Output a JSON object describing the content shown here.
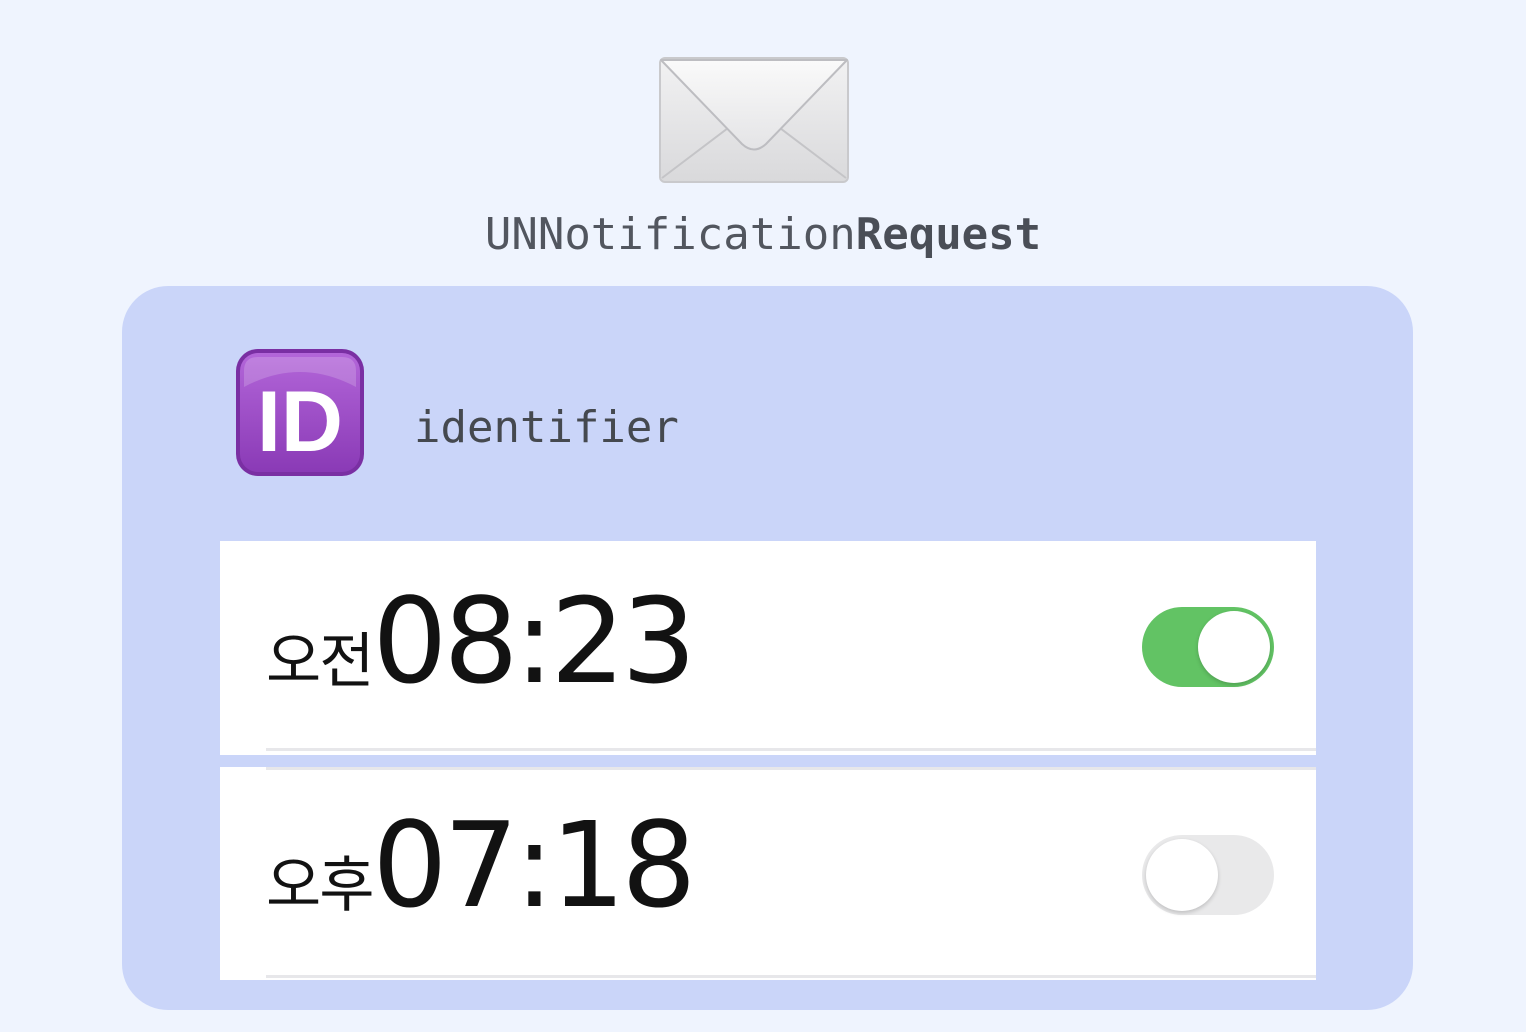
{
  "header": {
    "icon": "envelope-icon",
    "title_prefix": "UNNotification",
    "title_bold": "Request"
  },
  "identifier": {
    "icon": "id-badge-icon",
    "badge_text": "ID",
    "label": "identifier"
  },
  "alarms": [
    {
      "period": "오전",
      "time": "08:23",
      "enabled": true
    },
    {
      "period": "오후",
      "time": "07:18",
      "enabled": false
    }
  ],
  "colors": {
    "background": "#eff4fe",
    "card": "#cad5f9",
    "toggle_on": "#62c364",
    "toggle_off": "#e9e9ea",
    "id_badge": "#9b4fc7"
  }
}
